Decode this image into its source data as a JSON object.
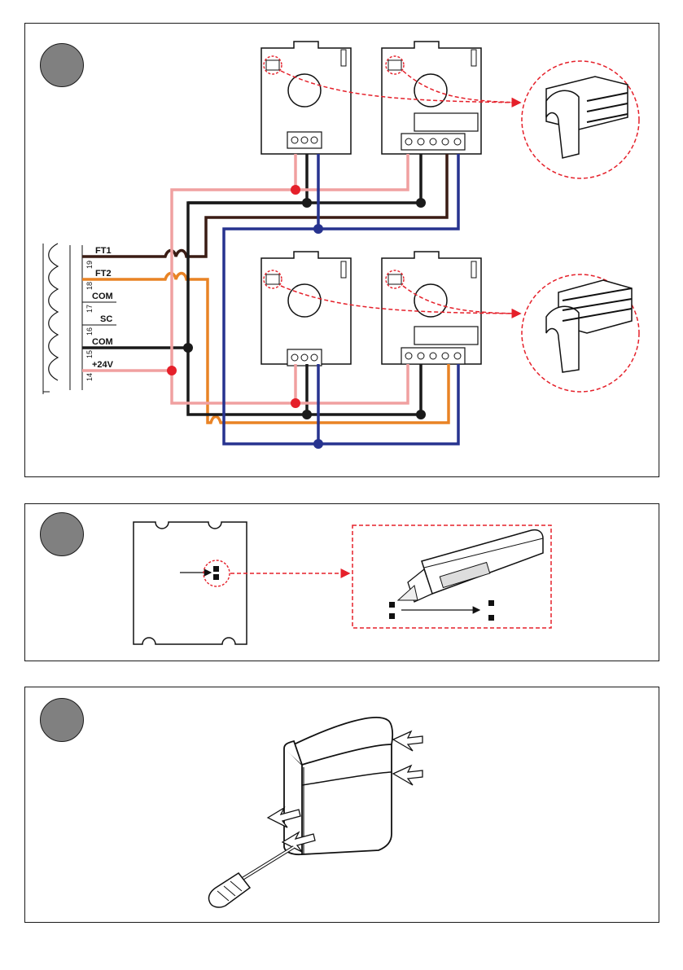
{
  "colors": {
    "red": "#e5202a",
    "brown": "#3a1c14",
    "orange": "#e98325",
    "black": "#1a1a1a",
    "blue": "#27338f",
    "pink": "#f0a0a0",
    "step_circle": "#808080"
  },
  "terminals": [
    {
      "label": "FT1",
      "number": "19"
    },
    {
      "label": "FT2",
      "number": "18"
    },
    {
      "label": "COM",
      "number": "17"
    },
    {
      "label": "SC",
      "number": "16"
    },
    {
      "label": "COM",
      "number": "15"
    },
    {
      "label": "+24V",
      "number": "14"
    }
  ],
  "icons": {
    "step_1": "step-circle-icon",
    "step_2": "step-circle-icon",
    "step_3": "step-circle-icon",
    "jumper_detail": "jumper-connector-icon",
    "cutter": "utility-knife-icon",
    "screwdriver": "screwdriver-icon",
    "cover": "photocell-cover-icon"
  }
}
